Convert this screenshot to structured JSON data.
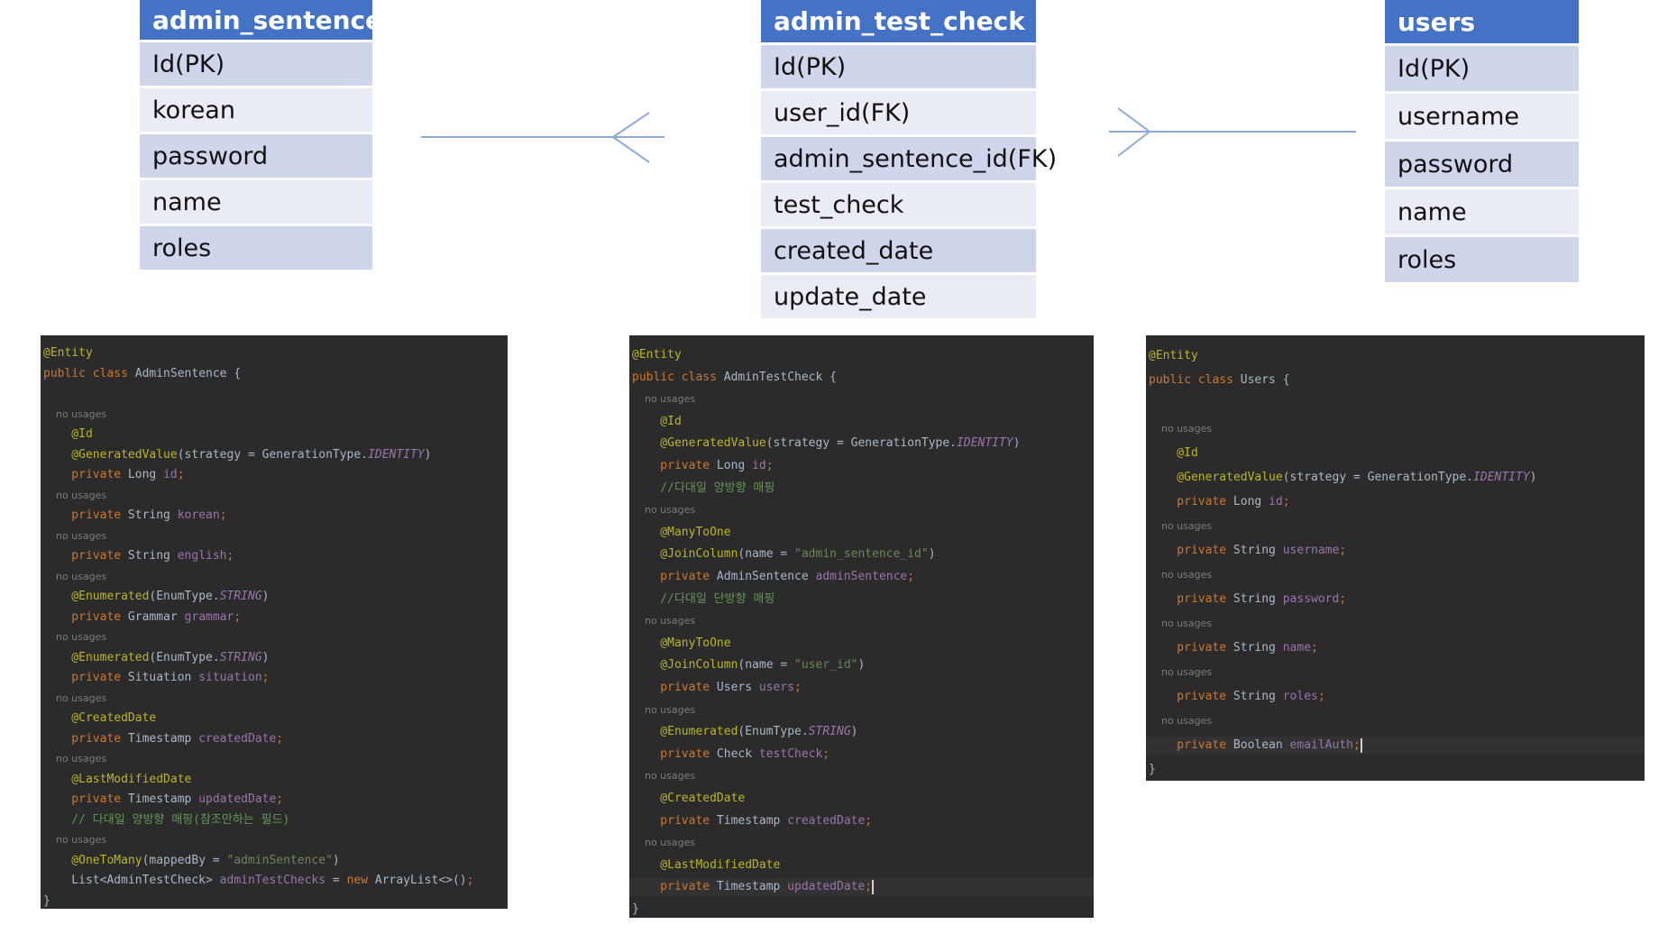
{
  "entities": [
    {
      "title": "admin_sentence",
      "fields": [
        "Id(PK)",
        "korean",
        "password",
        "name",
        "roles"
      ]
    },
    {
      "title": "admin_test_check",
      "fields": [
        "Id(PK)",
        "user_id(FK)",
        "admin_sentence_id(FK)",
        "test_check",
        "created_date",
        "update_date"
      ]
    },
    {
      "title": "users",
      "fields": [
        "Id(PK)",
        "username",
        "password",
        "name",
        "roles"
      ]
    }
  ],
  "colors": {
    "header": "#4472c4",
    "row_dark": "#cfd5ea",
    "row_light": "#e9ebf5",
    "relation_line": "#8eaadb",
    "editor_bg": "#2b2b2b"
  },
  "code": {
    "admin_sentence": [
      [
        [
          "ann",
          "@Entity"
        ]
      ],
      [
        [
          "kw",
          "public class "
        ],
        [
          "typ",
          "AdminSentence {"
        ]
      ],
      [],
      [
        [
          "usg",
          "    no usages"
        ]
      ],
      [
        [
          "ann",
          "    @Id"
        ]
      ],
      [
        [
          "ann",
          "    @GeneratedValue"
        ],
        [
          "typ",
          "(strategy = GenerationType."
        ],
        [
          "it",
          "IDENTITY"
        ],
        [
          "typ",
          ")"
        ]
      ],
      [
        [
          "kw",
          "    private "
        ],
        [
          "typ",
          "Long "
        ],
        [
          "fld",
          "id"
        ],
        [
          "kw",
          ";"
        ]
      ],
      [
        [
          "usg",
          "    no usages"
        ]
      ],
      [
        [
          "kw",
          "    private "
        ],
        [
          "typ",
          "String "
        ],
        [
          "fld",
          "korean"
        ],
        [
          "kw",
          ";"
        ]
      ],
      [
        [
          "usg",
          "    no usages"
        ]
      ],
      [
        [
          "kw",
          "    private "
        ],
        [
          "typ",
          "String "
        ],
        [
          "fld",
          "english"
        ],
        [
          "kw",
          ";"
        ]
      ],
      [
        [
          "usg",
          "    no usages"
        ]
      ],
      [
        [
          "ann",
          "    @Enumerated"
        ],
        [
          "typ",
          "(EnumType."
        ],
        [
          "it",
          "STRING"
        ],
        [
          "typ",
          ")"
        ]
      ],
      [
        [
          "kw",
          "    private "
        ],
        [
          "typ",
          "Grammar "
        ],
        [
          "fld",
          "grammar"
        ],
        [
          "kw",
          ";"
        ]
      ],
      [
        [
          "usg",
          "    no usages"
        ]
      ],
      [
        [
          "ann",
          "    @Enumerated"
        ],
        [
          "typ",
          "(EnumType."
        ],
        [
          "it",
          "STRING"
        ],
        [
          "typ",
          ")"
        ]
      ],
      [
        [
          "kw",
          "    private "
        ],
        [
          "typ",
          "Situation "
        ],
        [
          "fld",
          "situation"
        ],
        [
          "kw",
          ";"
        ]
      ],
      [
        [
          "usg",
          "    no usages"
        ]
      ],
      [
        [
          "ann",
          "    @CreatedDate"
        ]
      ],
      [
        [
          "kw",
          "    private "
        ],
        [
          "typ",
          "Timestamp "
        ],
        [
          "fld",
          "createdDate"
        ],
        [
          "kw",
          ";"
        ]
      ],
      [
        [
          "usg",
          "    no usages"
        ]
      ],
      [
        [
          "ann",
          "    @LastModifiedDate"
        ]
      ],
      [
        [
          "kw",
          "    private "
        ],
        [
          "typ",
          "Timestamp "
        ],
        [
          "fld",
          "updatedDate"
        ],
        [
          "kw",
          ";"
        ]
      ],
      [
        [
          "cmt",
          "    // 다대일 양방향 매핑(참조만하는 필드)"
        ]
      ],
      [
        [
          "usg",
          "    no usages"
        ]
      ],
      [
        [
          "ann",
          "    @OneToMany"
        ],
        [
          "typ",
          "(mappedBy = "
        ],
        [
          "str",
          "\"adminSentence\""
        ],
        [
          "typ",
          ")"
        ]
      ],
      [
        [
          "typ",
          "    List<AdminTestCheck> "
        ],
        [
          "fld",
          "adminTestChecks"
        ],
        [
          "typ",
          " = "
        ],
        [
          "kw",
          "new "
        ],
        [
          "typ",
          "ArrayList<>()"
        ],
        [
          "kw",
          ";"
        ]
      ],
      [
        [
          "typ",
          "}"
        ]
      ]
    ],
    "admin_test_check": [
      [
        [
          "ann",
          "@Entity"
        ]
      ],
      [
        [
          "kw",
          "public class "
        ],
        [
          "typ",
          "AdminTestCheck {"
        ]
      ],
      [
        [
          "usg",
          "    no usages"
        ]
      ],
      [
        [
          "ann",
          "    @Id"
        ]
      ],
      [
        [
          "ann",
          "    @GeneratedValue"
        ],
        [
          "typ",
          "(strategy = GenerationType."
        ],
        [
          "it",
          "IDENTITY"
        ],
        [
          "typ",
          ")"
        ]
      ],
      [
        [
          "kw",
          "    private "
        ],
        [
          "typ",
          "Long "
        ],
        [
          "fld",
          "id"
        ],
        [
          "kw",
          ";"
        ]
      ],
      [
        [
          "cmt",
          "    //다대일 양방향 매핑"
        ]
      ],
      [
        [
          "usg",
          "    no usages"
        ]
      ],
      [
        [
          "ann",
          "    @ManyToOne"
        ]
      ],
      [
        [
          "ann",
          "    @JoinColumn"
        ],
        [
          "typ",
          "(name = "
        ],
        [
          "str",
          "\"admin_sentence_id\""
        ],
        [
          "typ",
          ")"
        ]
      ],
      [
        [
          "kw",
          "    private "
        ],
        [
          "typ",
          "AdminSentence "
        ],
        [
          "fld",
          "adminSentence"
        ],
        [
          "kw",
          ";"
        ]
      ],
      [
        [
          "cmt",
          "    //다대일 단방향 매핑"
        ]
      ],
      [
        [
          "usg",
          "    no usages"
        ]
      ],
      [
        [
          "ann",
          "    @ManyToOne"
        ]
      ],
      [
        [
          "ann",
          "    @JoinColumn"
        ],
        [
          "typ",
          "(name = "
        ],
        [
          "str",
          "\"user_id\""
        ],
        [
          "typ",
          ")"
        ]
      ],
      [
        [
          "kw",
          "    private "
        ],
        [
          "typ",
          "Users "
        ],
        [
          "fld",
          "users"
        ],
        [
          "kw",
          ";"
        ]
      ],
      [
        [
          "usg",
          "    no usages"
        ]
      ],
      [
        [
          "ann",
          "    @Enumerated"
        ],
        [
          "typ",
          "(EnumType."
        ],
        [
          "it",
          "STRING"
        ],
        [
          "typ",
          ")"
        ]
      ],
      [
        [
          "kw",
          "    private "
        ],
        [
          "typ",
          "Check "
        ],
        [
          "fld",
          "testCheck"
        ],
        [
          "kw",
          ";"
        ]
      ],
      [
        [
          "usg",
          "    no usages"
        ]
      ],
      [
        [
          "ann",
          "    @CreatedDate"
        ]
      ],
      [
        [
          "kw",
          "    private "
        ],
        [
          "typ",
          "Timestamp "
        ],
        [
          "fld",
          "createdDate"
        ],
        [
          "kw",
          ";"
        ]
      ],
      [
        [
          "usg",
          "    no usages"
        ]
      ],
      [
        [
          "ann",
          "    @LastModifiedDate"
        ]
      ],
      [
        [
          "kw",
          "    private "
        ],
        [
          "typ",
          "Timestamp "
        ],
        [
          "fld",
          "updatedDate"
        ],
        [
          "kw",
          ";"
        ],
        [
          "caret",
          ""
        ]
      ],
      [
        [
          "typ",
          "}"
        ]
      ]
    ],
    "users": [
      [
        [
          "ann",
          "@Entity"
        ]
      ],
      [
        [
          "kw",
          "public class "
        ],
        [
          "typ",
          "Users {"
        ]
      ],
      [],
      [
        [
          "usg",
          "    no usages"
        ]
      ],
      [
        [
          "ann",
          "    @Id"
        ]
      ],
      [
        [
          "ann",
          "    @GeneratedValue"
        ],
        [
          "typ",
          "(strategy = GenerationType."
        ],
        [
          "it",
          "IDENTITY"
        ],
        [
          "typ",
          ")"
        ]
      ],
      [
        [
          "kw",
          "    private "
        ],
        [
          "typ",
          "Long "
        ],
        [
          "fld",
          "id"
        ],
        [
          "kw",
          ";"
        ]
      ],
      [
        [
          "usg",
          "    no usages"
        ]
      ],
      [
        [
          "kw",
          "    private "
        ],
        [
          "typ",
          "String "
        ],
        [
          "fld",
          "username"
        ],
        [
          "kw",
          ";"
        ]
      ],
      [
        [
          "usg",
          "    no usages"
        ]
      ],
      [
        [
          "kw",
          "    private "
        ],
        [
          "typ",
          "String "
        ],
        [
          "fld",
          "password"
        ],
        [
          "kw",
          ";"
        ]
      ],
      [
        [
          "usg",
          "    no usages"
        ]
      ],
      [
        [
          "kw",
          "    private "
        ],
        [
          "typ",
          "String "
        ],
        [
          "fld",
          "name"
        ],
        [
          "kw",
          ";"
        ]
      ],
      [
        [
          "usg",
          "    no usages"
        ]
      ],
      [
        [
          "kw",
          "    private "
        ],
        [
          "typ",
          "String "
        ],
        [
          "fld",
          "roles"
        ],
        [
          "kw",
          ";"
        ]
      ],
      [
        [
          "usg",
          "    no usages"
        ]
      ],
      [
        [
          "kw",
          "    private "
        ],
        [
          "typ",
          "Boolean "
        ],
        [
          "fld",
          "emailAuth"
        ],
        [
          "kw",
          ";"
        ],
        [
          "caret",
          ""
        ]
      ],
      [
        [
          "typ",
          "}"
        ]
      ]
    ]
  }
}
